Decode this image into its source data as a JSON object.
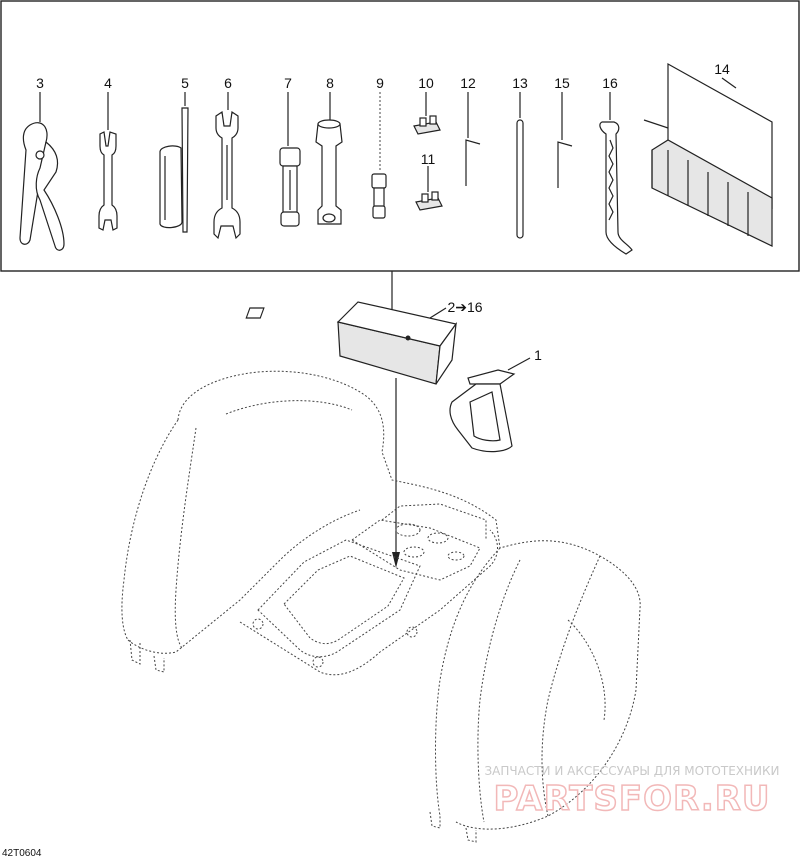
{
  "callouts": {
    "c1": "1",
    "c2_16": "2➔16",
    "c3": "3",
    "c4": "4",
    "c5": "5",
    "c6": "6",
    "c7": "7",
    "c8": "8",
    "c9": "9",
    "c10": "10",
    "c11": "11",
    "c12": "12",
    "c13": "13",
    "c14": "14",
    "c15": "15",
    "c16": "16"
  },
  "diagram_code": "42T0604",
  "watermark": {
    "tagline": "ЗАПЧАСТИ И АКСЕССУАРЫ ДЛЯ МОТОТЕХНИКИ",
    "logo": "PARTSFOR.RU"
  }
}
